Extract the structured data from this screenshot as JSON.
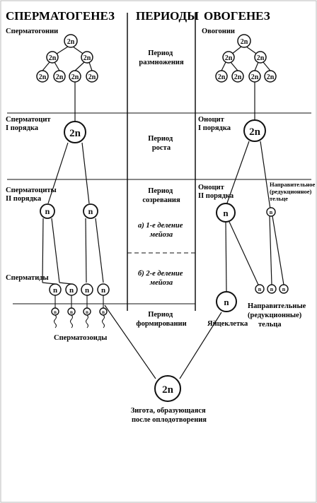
{
  "headers": {
    "spermatogenesis": "СПЕРМАТОГЕНЕЗ",
    "periods": "ПЕРИОДЫ",
    "oogenesis": "ОВОГЕНЕЗ"
  },
  "periods": {
    "reproduction": [
      "Период",
      "размножения"
    ],
    "growth": [
      "Период",
      "роста"
    ],
    "maturation": [
      "Период",
      "созревания"
    ],
    "meiosis1": [
      "а) 1-е деление",
      "мейоза"
    ],
    "meiosis2": [
      "б) 2-е деление",
      "мейоза"
    ],
    "formation": [
      "Период",
      "формировании"
    ]
  },
  "sperm_labels": {
    "spermatogonia": "Сперматогонии",
    "spermatocyte1": [
      "Сперматоцит",
      "I порядка"
    ],
    "spermatocytes2": [
      "Сперматоциты",
      "II порядка"
    ],
    "spermatids": "Сперматиды",
    "spermatozoa": "Сперматозоиды"
  },
  "oo_labels": {
    "oogonia": "Овогонии",
    "oocyte1": [
      "Оноцит",
      "I порядка"
    ],
    "oocyte2": [
      "Оноцит",
      "II порядка"
    ],
    "polar_small": [
      "Направительное",
      "(редукционное)",
      "тельце"
    ],
    "polar_bodies": [
      "Направительные",
      "(редукционные)",
      "тельца"
    ],
    "egg": "Яйцеклетка"
  },
  "zygote": {
    "cell": "2n",
    "caption": [
      "Зигота, образующаяся",
      "после оплодотворения"
    ]
  },
  "ploidy": {
    "diploid": "2n",
    "haploid": "n"
  }
}
